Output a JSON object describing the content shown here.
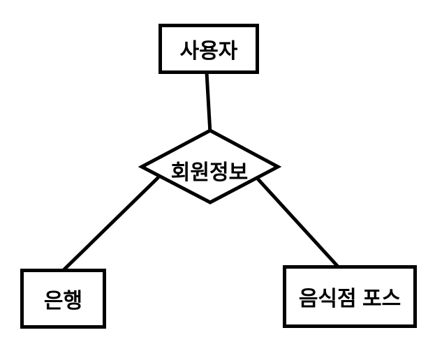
{
  "diagram": {
    "type": "entity-relationship",
    "background_color": "#ffffff",
    "stroke_color": "#000000",
    "node_fill_color": "#ffffff",
    "nodes": {
      "user": {
        "label": "사용자",
        "shape": "rectangle"
      },
      "member_info": {
        "label": "회원정보",
        "shape": "diamond"
      },
      "bank": {
        "label": "은행",
        "shape": "rectangle"
      },
      "restaurant_pos": {
        "label": "음식점 포스",
        "shape": "rectangle"
      }
    },
    "edges": [
      {
        "from": "user",
        "to": "member_info"
      },
      {
        "from": "member_info",
        "to": "bank"
      },
      {
        "from": "member_info",
        "to": "restaurant_pos"
      }
    ]
  }
}
